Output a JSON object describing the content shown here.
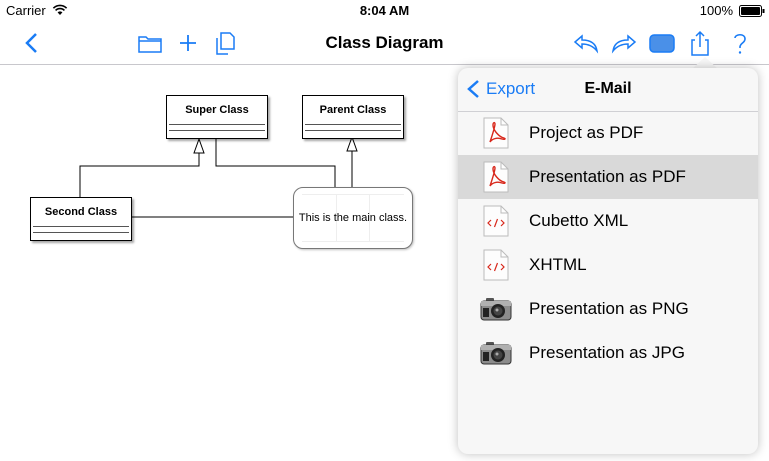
{
  "status": {
    "carrier": "Carrier",
    "time": "8:04 AM",
    "battery": "100%"
  },
  "nav": {
    "title": "Class Diagram"
  },
  "diagram": {
    "classes": [
      {
        "name": "Super Class"
      },
      {
        "name": "Parent Class"
      },
      {
        "name": "Second Class"
      }
    ],
    "note": "This is the main class."
  },
  "popover": {
    "back_label": "Export",
    "title": "E-Mail",
    "items": [
      {
        "label": "Project as PDF",
        "icon": "pdf-icon"
      },
      {
        "label": "Presentation as PDF",
        "icon": "pdf-icon",
        "selected": true
      },
      {
        "label": "Cubetto XML",
        "icon": "xml-icon"
      },
      {
        "label": "XHTML",
        "icon": "xml-icon"
      },
      {
        "label": "Presentation as PNG",
        "icon": "camera-icon"
      },
      {
        "label": "Presentation as JPG",
        "icon": "camera-icon"
      }
    ]
  },
  "colors": {
    "accent": "#1a7cf5",
    "selected_row": "#d9d9d9"
  }
}
